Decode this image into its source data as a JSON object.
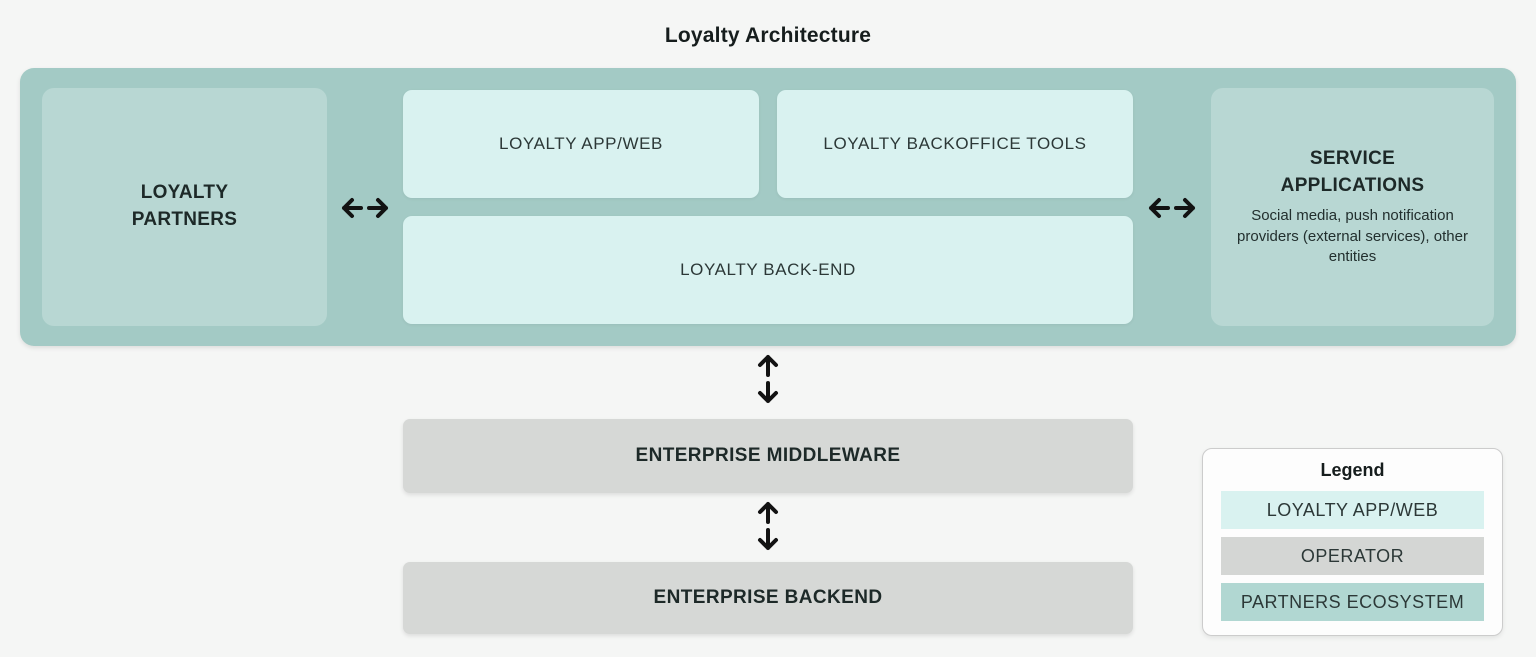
{
  "title": "Loyalty Architecture",
  "architecture": {
    "partners": {
      "label": "LOYALTY PARTNERS"
    },
    "app_web": {
      "label": "LOYALTY APP/WEB"
    },
    "backoffice_tools": {
      "label": "LOYALTY BACKOFFICE TOOLS"
    },
    "loyalty_backend": {
      "label": "LOYALTY BACK-END"
    },
    "service_applications": {
      "title": "SERVICE APPLICATIONS",
      "description": "Social media, push notification providers (external services), other entities"
    }
  },
  "enterprise": {
    "middleware_label": "ENTERPRISE MIDDLEWARE",
    "backend_label": "ENTERPRISE BACKEND"
  },
  "icons": {
    "horizontal_bidirectional_arrow": "←→",
    "vertical_bidirectional_arrow": "↑↓"
  },
  "legend": {
    "title": "Legend",
    "items": [
      {
        "label": "LOYALTY APP/WEB",
        "color": "#d9f2f0"
      },
      {
        "label": "OPERATOR",
        "color": "#d4d6d4"
      },
      {
        "label": "PARTNERS ECOSYSTEM",
        "color": "#b1d7d2"
      }
    ]
  },
  "colors": {
    "page_background": "#f5f6f5",
    "container_teal": "#a3cac5",
    "inner_teal": "#b8d7d3",
    "light_cyan": "#d9f2f0",
    "operator_gray": "#d6d8d6",
    "arrow_black": "#121212"
  }
}
